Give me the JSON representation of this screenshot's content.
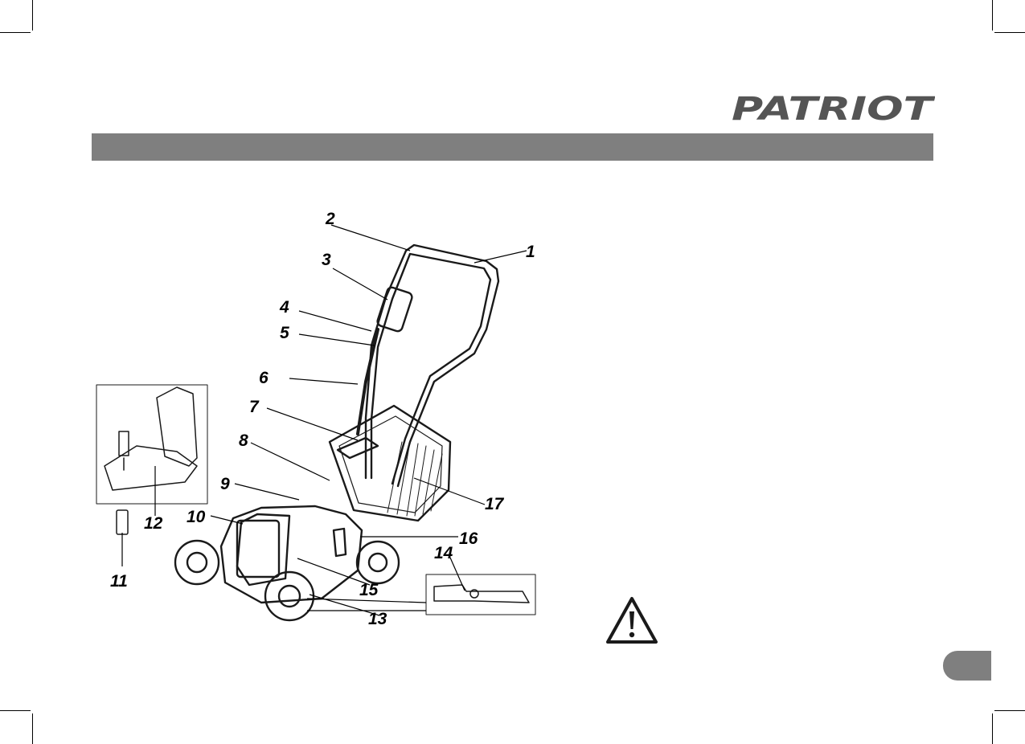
{
  "brand": {
    "logo_text": "PATRIOT"
  },
  "figure": {
    "callouts": [
      {
        "id": "1",
        "label": "1"
      },
      {
        "id": "2",
        "label": "2"
      },
      {
        "id": "3",
        "label": "3"
      },
      {
        "id": "4",
        "label": "4"
      },
      {
        "id": "5",
        "label": "5"
      },
      {
        "id": "6",
        "label": "6"
      },
      {
        "id": "7",
        "label": "7"
      },
      {
        "id": "8",
        "label": "8"
      },
      {
        "id": "9",
        "label": "9"
      },
      {
        "id": "10",
        "label": "10"
      },
      {
        "id": "11",
        "label": "11"
      },
      {
        "id": "12",
        "label": "12"
      },
      {
        "id": "13",
        "label": "13"
      },
      {
        "id": "14",
        "label": "14"
      },
      {
        "id": "15",
        "label": "15"
      },
      {
        "id": "16",
        "label": "16"
      },
      {
        "id": "17",
        "label": "17"
      }
    ]
  },
  "icons": {
    "warning": "warning-triangle-icon"
  },
  "colors": {
    "header_bar": "#7f7f7f",
    "logo": "#555555",
    "page_tab": "#7f7f7f"
  }
}
